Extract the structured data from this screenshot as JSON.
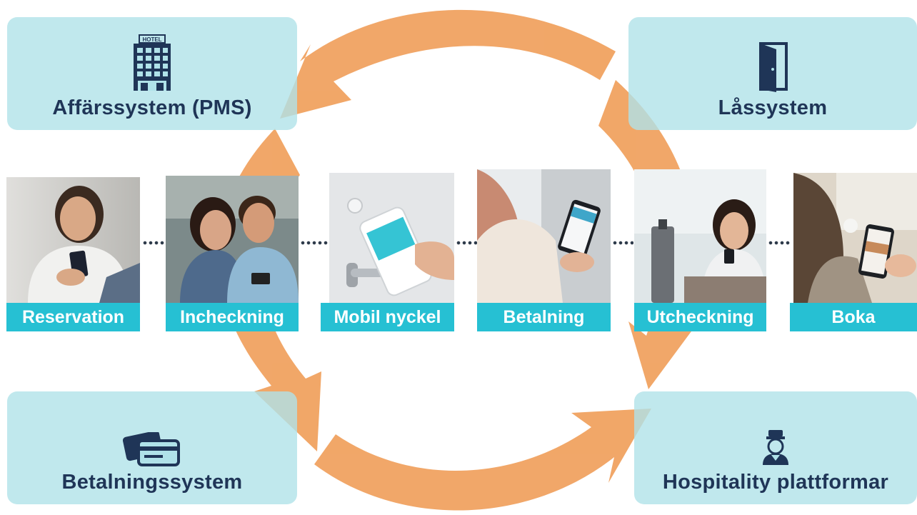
{
  "systems": {
    "pms": {
      "label": "Affärssystem (PMS)",
      "icon": "hotel-building-icon"
    },
    "lock": {
      "label": "Låssystem",
      "icon": "door-icon"
    },
    "payment": {
      "label": "Betalningssystem",
      "icon": "credit-cards-icon"
    },
    "hospitality": {
      "label": "Hospitality plattformar",
      "icon": "bellhop-icon"
    }
  },
  "hotel_sign": "HOTEL",
  "steps": [
    {
      "label": "Reservation"
    },
    {
      "label": "Incheckning"
    },
    {
      "label": "Mobil nyckel"
    },
    {
      "label": "Betalning"
    },
    {
      "label": "Utcheckning"
    },
    {
      "label": "Boka"
    }
  ],
  "colors": {
    "arrow": "#f0a05c",
    "box": "#b0e2e9",
    "label_bg": "#26c0d3",
    "text": "#1f3557"
  }
}
